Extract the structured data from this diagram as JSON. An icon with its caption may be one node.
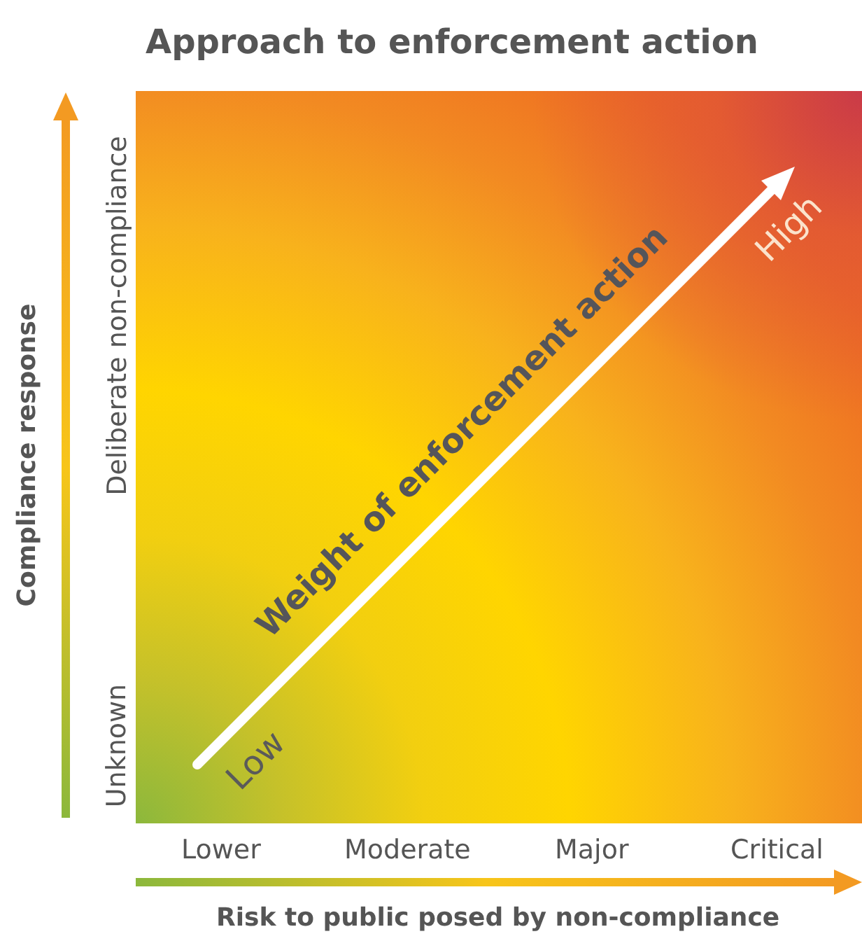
{
  "diagram": {
    "title": "Approach to enforcement action",
    "labels": [
      "Compliance response",
      "Deliberate non-compliance",
      "Unknown",
      "Lower",
      "Moderate",
      "Major",
      "Critical",
      "Risk to public posed by non-compliance",
      "Weight of enforcement action",
      "Low",
      "High"
    ]
  }
}
